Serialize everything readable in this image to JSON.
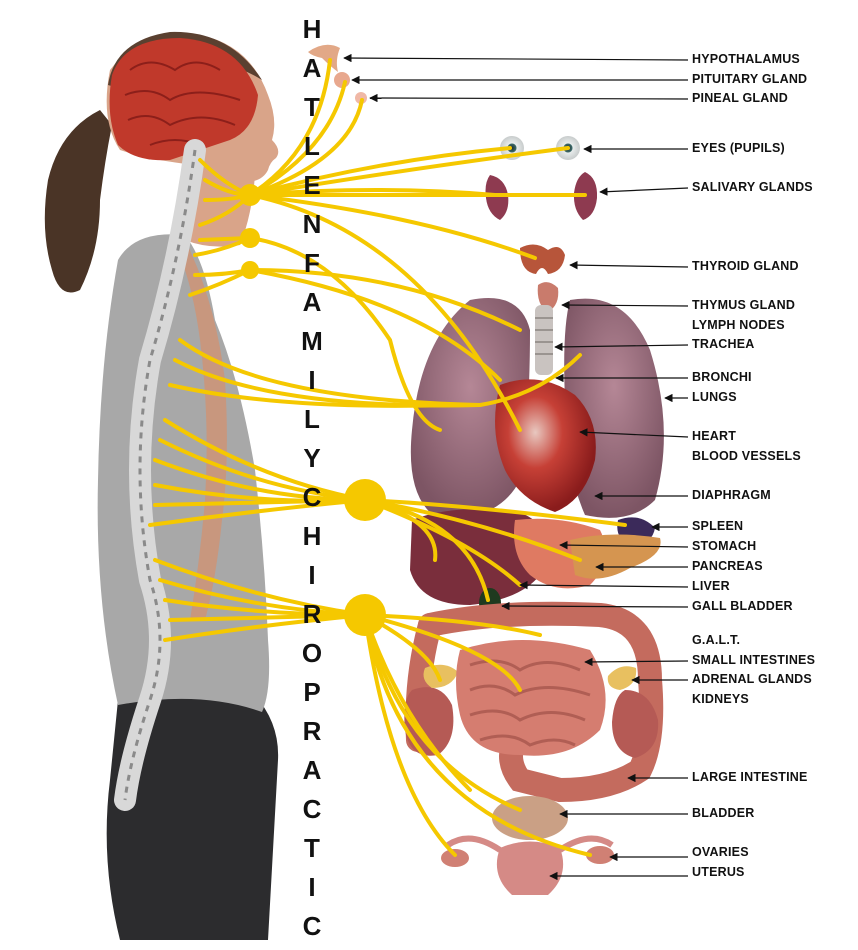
{
  "vertical_text": [
    "H",
    "A",
    "T",
    "L",
    "E",
    "N",
    "F",
    "A",
    "M",
    "I",
    "L",
    "Y",
    "C",
    "H",
    "I",
    "R",
    "O",
    "P",
    "R",
    "A",
    "C",
    "T",
    "I",
    "C"
  ],
  "labels": [
    "HYPOTHALAMUS",
    "PITUITARY GLAND",
    "PINEAL GLAND",
    "EYES (PUPILS)",
    "SALIVARY GLANDS",
    "THYROID GLAND",
    "THYMUS GLAND",
    "LYMPH NODES",
    "TRACHEA",
    "BRONCHI",
    "LUNGS",
    "HEART",
    "BLOOD VESSELS",
    "DIAPHRAGM",
    "SPLEEN",
    "STOMACH",
    "PANCREAS",
    "LIVER",
    "GALL BLADDER",
    "G.A.L.T.",
    "SMALL INTESTINES",
    "ADRENAL GLANDS",
    "KIDNEYS",
    "LARGE INTESTINE",
    "BLADDER",
    "OVARIES",
    "UTERUS"
  ],
  "colors": {
    "nerve": "#f5c800",
    "skin": "#d9a489",
    "shirt": "#a5a5a5",
    "pants": "#2c2c2e",
    "hair": "#4a3426",
    "brain": "#c0392b",
    "spine": "#e4e4e4",
    "lung": "#9d6f7e",
    "heart": "#c0342f",
    "liver": "#7a2e3c",
    "intestine": "#d0786c",
    "gall_bladder": "#1f3a1f"
  }
}
